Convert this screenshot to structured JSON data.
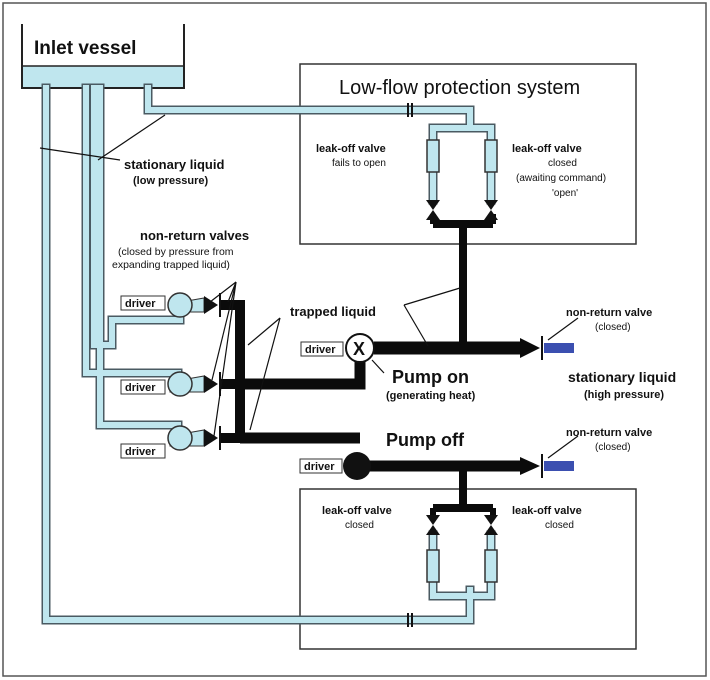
{
  "labels": {
    "inlet_vessel": "Inlet vessel",
    "low_flow_title": "Low-flow protection system",
    "stationary_liquid_low": "stationary liquid",
    "low_pressure": "(low pressure)",
    "nrv_header": "non-return valves",
    "nrv_sub1": "(closed by pressure from",
    "nrv_sub2": "expanding trapped liquid)",
    "trapped_liquid": "trapped liquid",
    "leakoff_fail_1": "leak-off valve",
    "leakoff_fail_2": "fails to open",
    "leakoff_await_1": "leak-off valve",
    "leakoff_await_2": "closed",
    "leakoff_await_3": "(awaiting command)",
    "leakoff_await_4": "'open'",
    "nrv_closed_top_1": "non-return valve",
    "nrv_closed_top_2": "(closed)",
    "stationary_liquid_high": "stationary liquid",
    "high_pressure": "(high pressure)",
    "pump_on": "Pump on",
    "generating_heat": "(generating heat)",
    "pump_off": "Pump off",
    "nrv_closed_bot_1": "non-return valve",
    "nrv_closed_bot_2": "(closed)",
    "leakoff_bl_1": "leak-off valve",
    "leakoff_bl_2": "closed",
    "leakoff_br_1": "leak-off valve",
    "leakoff_br_2": "closed",
    "driver": "driver",
    "pump_on_symbol": "X"
  },
  "colors": {
    "liquid": "#bfe6ee",
    "pipe_outline": "#4a5a62",
    "trapped": "#0b0b0b",
    "high_pressure_pipe": "#3b4fb0"
  }
}
